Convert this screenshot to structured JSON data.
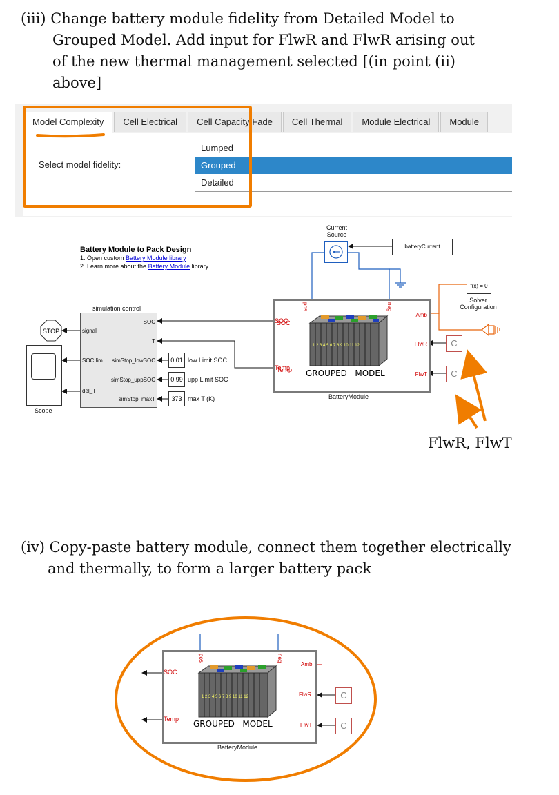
{
  "step3": {
    "line1": "(iii) Change battery module fidelity from Detailed Model to",
    "line2": "Grouped Model. Add input for FlwR and FlwR arising out",
    "line3": "of the new thermal management selected [(in point (ii)",
    "line4": "above]"
  },
  "dialog": {
    "tabs": [
      "Model Complexity",
      "Cell Electrical",
      "Cell Capacity Fade",
      "Cell Thermal",
      "Module Electrical",
      "Module"
    ],
    "active_tab": "Model Complexity",
    "fidelity_label": "Select model fidelity:",
    "options": [
      "Lumped",
      "Grouped",
      "Detailed"
    ],
    "selected_option": "Grouped"
  },
  "model": {
    "title": "Battery Module to Pack Design",
    "note1_prefix": "1. Open custom ",
    "note1_link": "Battery Module library",
    "note2_prefix": "2. Learn more about the ",
    "note2_link": "Battery Module",
    "note2_suffix": " library",
    "current_source_label_1": "Current",
    "current_source_label_2": "Source",
    "battery_current": "batteryCurrent",
    "solver_block": "f(x) = 0",
    "solver_label_1": "Solver",
    "solver_label_2": "Configuration",
    "sim_control_title": "simulation control",
    "sim_ports": {
      "soc": "SOC",
      "t": "T",
      "signal": "signal",
      "soc_lim": "SOC lim",
      "del_t": "del_T",
      "low": "simStop_lowSOC",
      "upp": "simStop_uppSOC",
      "maxt": "simStop_maxT"
    },
    "stop": "STOP",
    "scope": "Scope",
    "constants": [
      {
        "value": "0.01",
        "label": "low Limit SOC"
      },
      {
        "value": "0.99",
        "label": "upp Limit SOC"
      },
      {
        "value": "373",
        "label": "max T (K)"
      }
    ],
    "module_ports": {
      "pos": "pos",
      "neg": "neg",
      "soc": "SOC",
      "temp": "Temp",
      "amb": "Amb",
      "flwr": "FlwR",
      "flwt": "FlwT"
    },
    "module_text": "GROUPED   MODEL",
    "module_caption": "BatteryModule",
    "cell_numbers": "1 2 3 4 5 6 7 8 9 10 11 12",
    "const_c": "C"
  },
  "annotation_flw": "FlwR, FlwT",
  "step4": {
    "line1": "(iv) Copy-paste battery module, connect them together electrically",
    "line2": "and thermally, to form a larger battery pack"
  },
  "colors": {
    "orange": "#f07d00",
    "selection": "#2d87c9",
    "port_red": "#d00000",
    "wire_blue": "#1f5fbf",
    "thermal_orange": "#e8630a"
  }
}
